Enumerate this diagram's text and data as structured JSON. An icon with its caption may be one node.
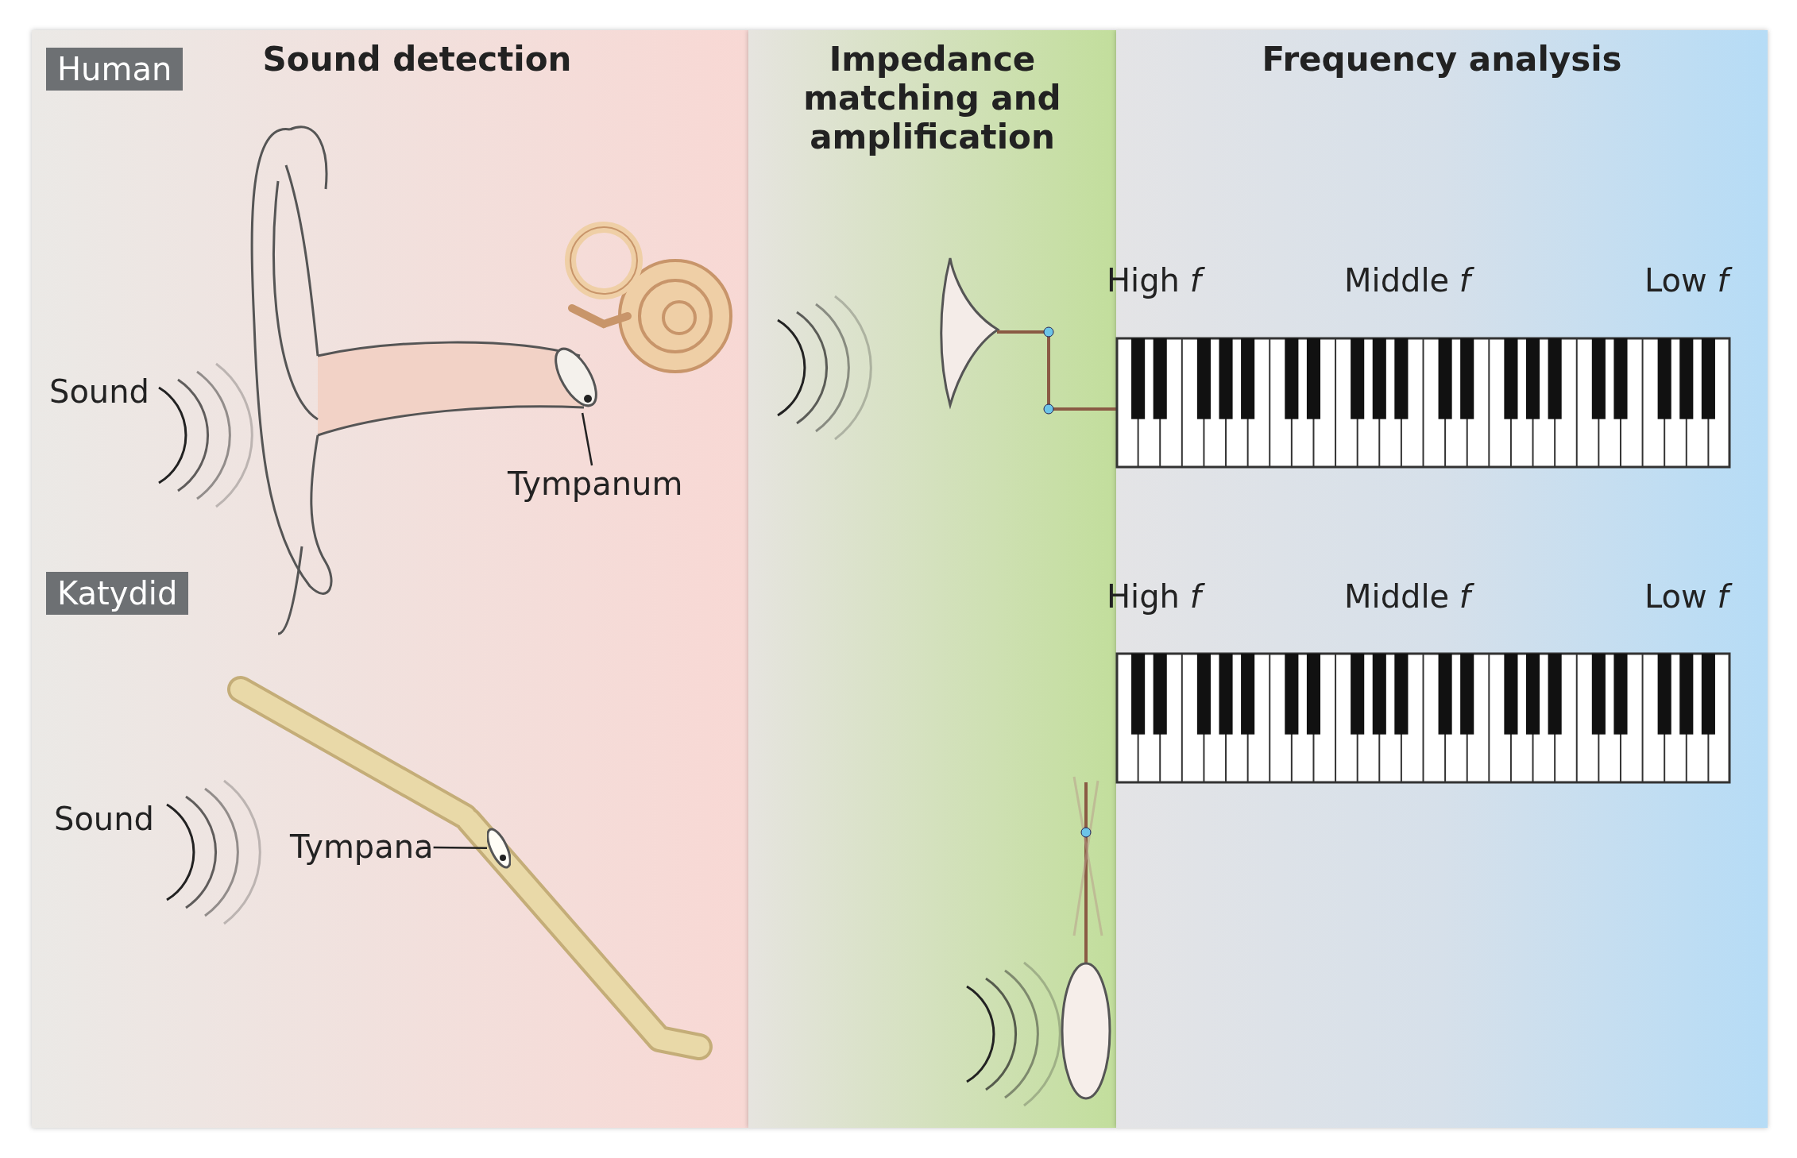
{
  "diagram": {
    "nodes": [
      {
        "text": [
          "Sound detection"
        ]
      },
      {
        "text": [
          "Impedance matching and amplification"
        ]
      },
      {
        "text": [
          "Frequency analysis"
        ]
      },
      {
        "text": [
          "Human"
        ],
        "in": 0
      },
      {
        "text": [
          "Tympanum"
        ],
        "in": 0
      },
      {
        "text": [],
        "shape": "picture",
        "in": 0
      },
      {
        "text": [
          "Katydid"
        ],
        "in": 0
      },
      {
        "text": [
          "Tympana"
        ],
        "in": 0
      },
      {
        "text": [],
        "shape": "picture",
        "in": 0
      }
    ],
    "edges": [
      {
        "from": 4,
        "to": 5,
        "arrow": "none"
      },
      {
        "from": 7,
        "to": 8,
        "arrow": "none"
      }
    ],
    "labels": [
      "Sound",
      "Sound",
      "High *f*",
      "Middle *f*",
      "Low *f*",
      "High *f*",
      "Middle *f*",
      "Low *f*"
    ]
  }
}
